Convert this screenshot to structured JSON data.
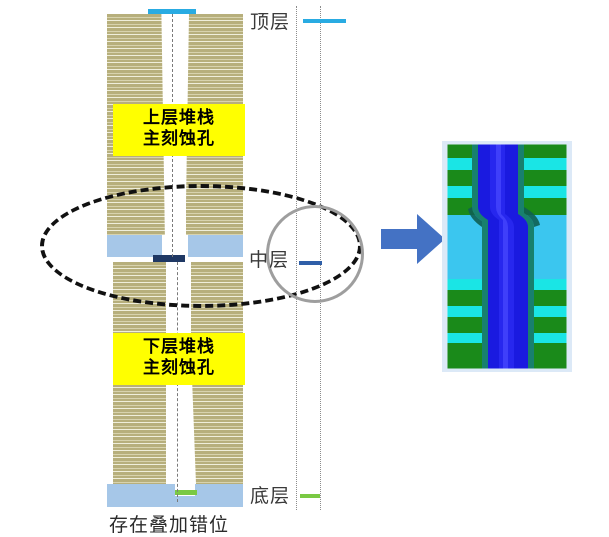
{
  "diagram": {
    "title_caption": "存在叠加错位",
    "labels": {
      "upper_stack": "上层堆栈\n主刻蚀孔",
      "upper_stack_line1": "上层堆栈",
      "upper_stack_line2": "主刻蚀孔",
      "lower_stack_line1": "下层堆栈",
      "lower_stack_line2": "主刻蚀孔"
    },
    "legend": [
      {
        "id": "top-layer",
        "label": "顶层",
        "color": "#29abe2"
      },
      {
        "id": "middle-layer",
        "label": "中层",
        "color": "#2f5fa8"
      },
      {
        "id": "bottom-layer",
        "label": "底层",
        "color": "#7ac943"
      }
    ],
    "colors": {
      "stack_stripe": "#b7af7c",
      "substrate": "#a6c7e8",
      "top_marker": "#29abe2",
      "middle_marker": "#1f3864",
      "bottom_marker": "#7ac943",
      "highlight_box": "#ffff00",
      "arrow": "#4472c4",
      "ellipse_outline": "#111111",
      "circle_outline": "#9e9e9e",
      "inset_green": "#1a8a1a",
      "inset_cyan": "#1ae5e5",
      "inset_body": "#3bc6ef",
      "inset_channel": "#1a1ae0",
      "inset_liner": "#18806e"
    },
    "annotations": {
      "ellipse_note": "dashed ellipse highlighting the joint/misalignment region",
      "circle_note": "gray circle highlighting middle layer marker",
      "arrow_note": "blue right arrow to simulated cross-section"
    },
    "inset": {
      "name": "simulated-cross-section",
      "description": "alternating green and cyan layer stack with blue etched channel showing a step at the joint"
    }
  }
}
